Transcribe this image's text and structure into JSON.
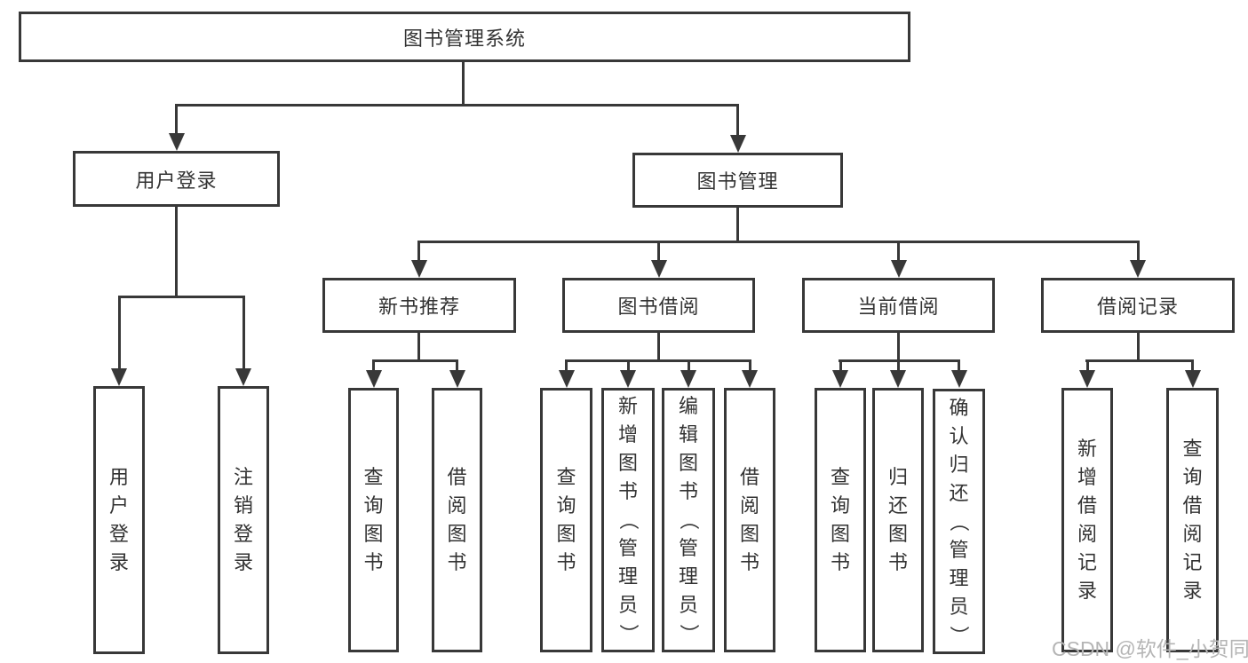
{
  "colors": {
    "line": "#383838",
    "text": "#333333",
    "background": "#ffffff",
    "watermark": "#b5b5b5"
  },
  "tree": {
    "root": "图书管理系统",
    "branches": [
      {
        "label": "用户登录",
        "children": [
          "用户登录",
          "注销登录"
        ]
      },
      {
        "label": "图书管理",
        "children": [
          {
            "label": "新书推荐",
            "children": [
              "查询图书",
              "借阅图书"
            ]
          },
          {
            "label": "图书借阅",
            "children": [
              "查询图书",
              "新增图书（管理员）",
              "编辑图书（管理员）",
              "借阅图书"
            ]
          },
          {
            "label": "当前借阅",
            "children": [
              "查询图书",
              "归还图书",
              "确认归还（管理员）"
            ]
          },
          {
            "label": "借阅记录",
            "children": [
              "新增借阅记录",
              "查询借阅记录"
            ]
          }
        ]
      }
    ]
  },
  "watermark": "CSDN @软件_小贺同学"
}
